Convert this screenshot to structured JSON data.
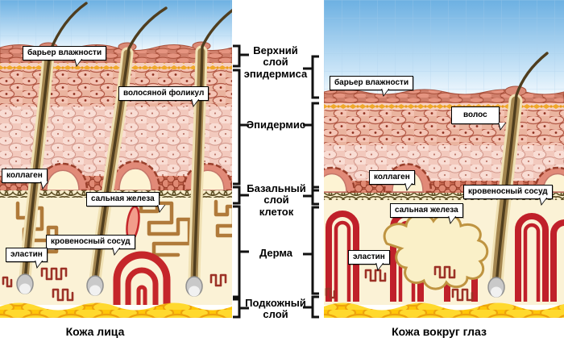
{
  "title": "Схема строения кожи: сравнение кожи лица и кожи вокруг глаз",
  "palette": {
    "sky_top": "#6cb0e2",
    "corneum_cell": "#e59480",
    "cell_outline": "#a8503b",
    "oval_cell": "#f4c4b4",
    "light_cell": "#f9ddd4",
    "basal_cell": "#e08a74",
    "barrier_yellow": "#f0a92b",
    "dermis_cream": "#fbf2d6",
    "vessel_red": "#c5262a",
    "hair_brown": "#4f3d1e",
    "follicle_tan": "#a3854f",
    "fat_yellow": "#ffd92e",
    "fat_outline": "#eda30c",
    "label_bg": "#ffffff",
    "text_color": "#000000"
  },
  "left_panel": {
    "caption": "Кожа лица",
    "labels": {
      "moisture_barrier": "барьер влажности",
      "hair_follicle": "волосяной фоликул",
      "collagen": "коллаген",
      "sebaceous_gland": "сальная железа",
      "blood_vessel": "кровеносный сосуд",
      "elastin": "эластин"
    }
  },
  "right_panel": {
    "caption": "Кожа вокруг глаз",
    "labels": {
      "moisture_barrier": "барьер влажности",
      "hair": "волос",
      "collagen": "коллаген",
      "blood_vessel": "кровеносный сосуд",
      "sebaceous_gland": "сальная железа",
      "elastin": "эластин"
    }
  },
  "layer_scale": {
    "upper_epidermis": "Верхний слой эпидермиса",
    "epidermis": "Эпидермис",
    "basal_layer": "Базальный слой клеток",
    "dermis": "Дерма",
    "subcutaneous": "Подкожный слой"
  }
}
